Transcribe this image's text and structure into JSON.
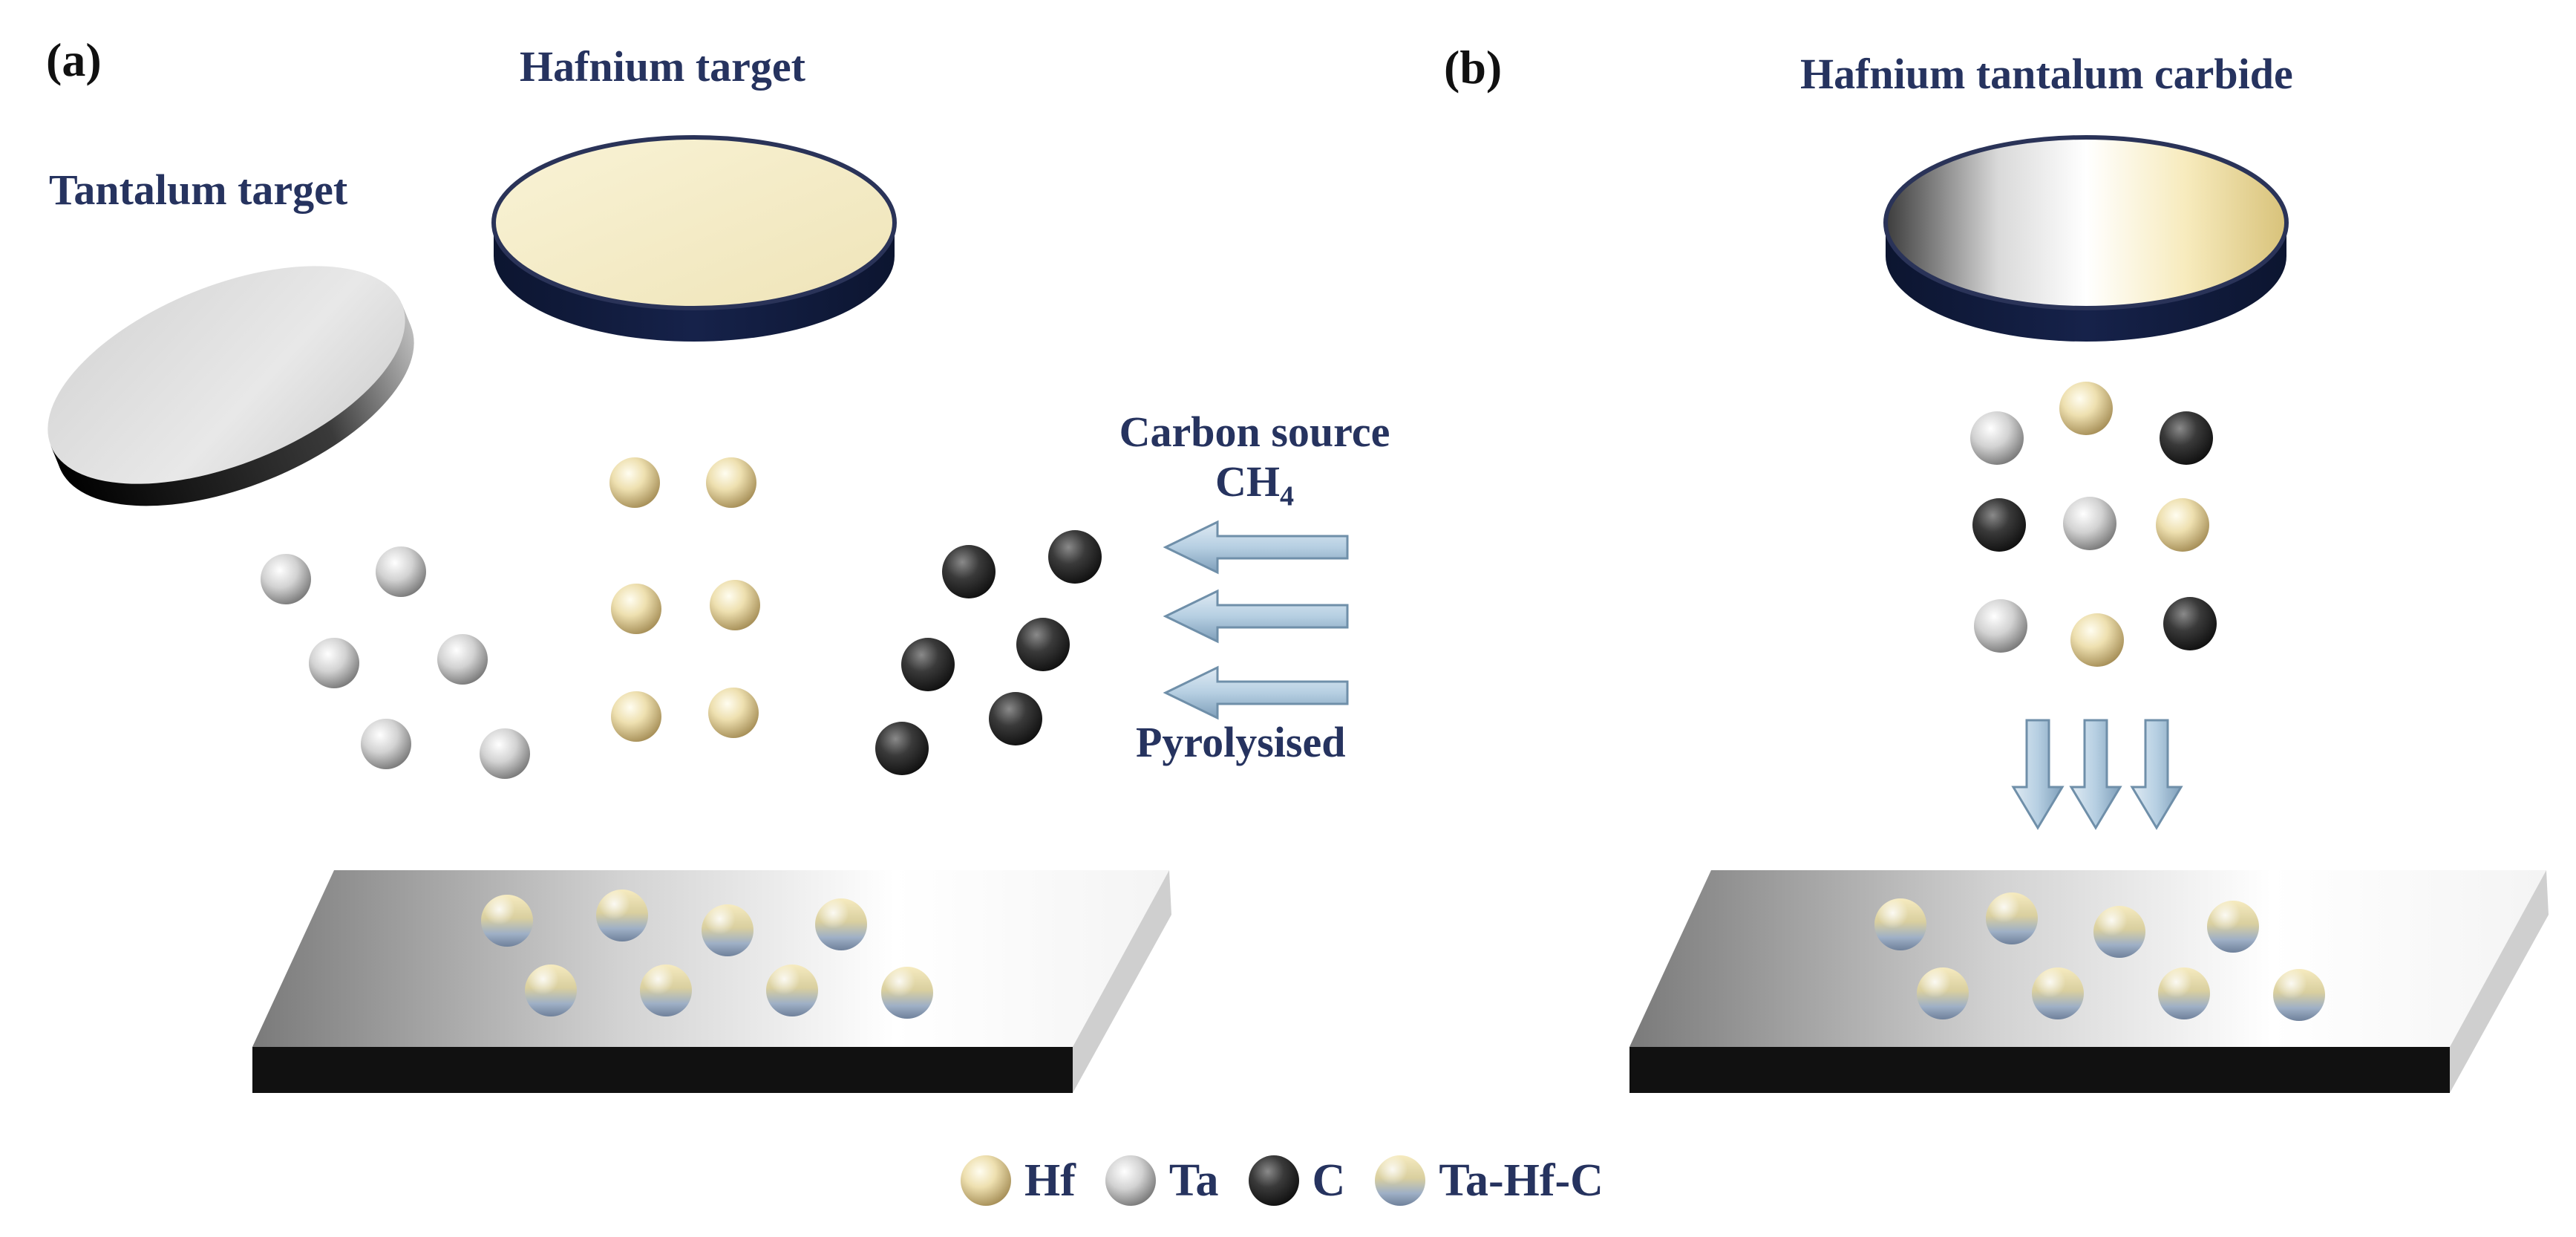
{
  "panels": {
    "a": {
      "tag": "(a)",
      "tantalum_target": "Tantalum target",
      "hafnium_target": "Hafnium target",
      "carbon_source_line1": "Carbon source",
      "carbon_source_line2": "CH",
      "carbon_source_sub": "4",
      "pyrolysised": "Pyrolysised"
    },
    "b": {
      "tag": "(b)",
      "composite_target": "Hafnium tantalum carbide"
    }
  },
  "legend": [
    {
      "label": "Hf",
      "kind": "hf"
    },
    {
      "label": "Ta",
      "kind": "ta"
    },
    {
      "label": "C",
      "kind": "c"
    },
    {
      "label": "Ta-Hf-C",
      "kind": "tahfc"
    }
  ],
  "colors": {
    "text_navy": "#26335f",
    "hafnium_target": "#f6efc9",
    "tantalum_target": "#e3e3e3",
    "carbon": "#3a3a3a",
    "arrow": "#a9c7dc"
  }
}
